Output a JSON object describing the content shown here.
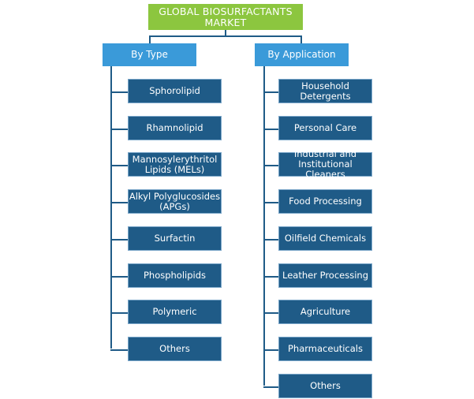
{
  "root": {
    "line1": "GLOBAL BIOSURFACTANTS",
    "line2": "MARKET"
  },
  "by_type": {
    "label": "By  Type",
    "items": [
      [
        "Sphorolipid"
      ],
      [
        "Rhamnolipid"
      ],
      [
        "Mannosylerythritol",
        "Lipids (MELs)"
      ],
      [
        "Alkyl Polyglucosides",
        "(APGs)"
      ],
      [
        "Surfactin"
      ],
      [
        "Phospholipids"
      ],
      [
        "Polymeric"
      ],
      [
        "Others"
      ]
    ]
  },
  "by_application": {
    "label": "By Application",
    "items": [
      [
        "Household Detergents"
      ],
      [
        "Personal Care"
      ],
      [
        "Industrial and",
        "Institutional Cleaners"
      ],
      [
        "Food Processing"
      ],
      [
        "Oilfield Chemicals"
      ],
      [
        "Leather Processing"
      ],
      [
        "Agriculture"
      ],
      [
        "Pharmaceuticals"
      ],
      [
        "Others"
      ]
    ]
  },
  "colors": {
    "root_fill": "#8cc63f",
    "category_fill": "#3a9ad9",
    "leaf_fill": "#1f5b87",
    "connector": "#1f5b87"
  }
}
